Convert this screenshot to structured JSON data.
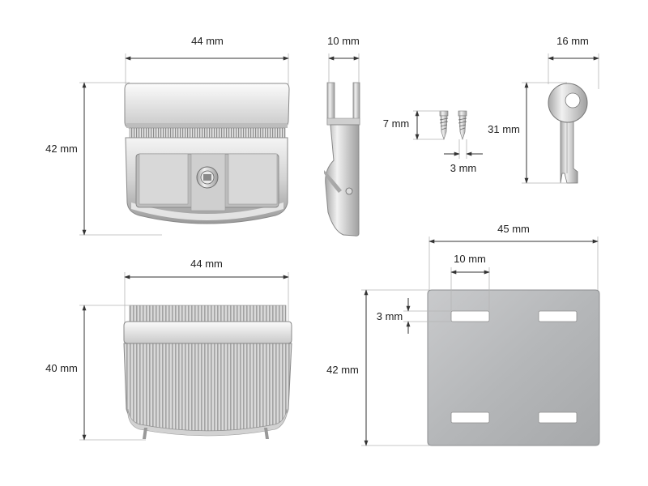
{
  "dimensions": {
    "latch_front_width": "44 mm",
    "latch_front_height": "42 mm",
    "latch_side_depth": "10 mm",
    "screw_length": "7 mm",
    "screw_diameter": "3 mm",
    "key_width": "16 mm",
    "key_length": "31 mm",
    "latch_back_width": "44 mm",
    "latch_back_height": "40 mm",
    "plate_width": "45 mm",
    "plate_height": "42 mm",
    "slot_width": "10 mm",
    "slot_height": "3 mm"
  },
  "colors": {
    "metal_light": "#e6e6e6",
    "metal_mid": "#c4c4c4",
    "metal_dark": "#8f8f8f",
    "plate": "#b9bbbd",
    "dimension_line": "#333333"
  },
  "icons": {
    "arrowhead": "filled-triangle-arrowhead"
  }
}
